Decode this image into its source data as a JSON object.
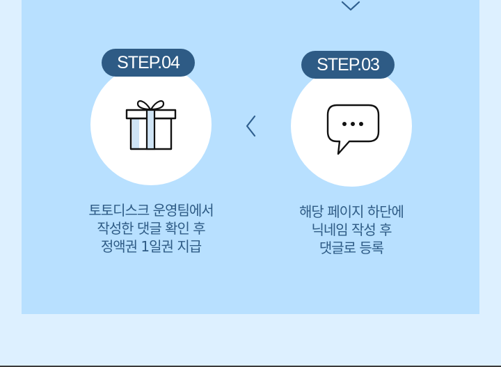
{
  "steps": [
    {
      "label": "STEP.04",
      "icon": "gift-icon",
      "lines": [
        "토토디스크 운영팀에서",
        "작성한 댓글 확인 후",
        "정액권 1일권 지급"
      ]
    },
    {
      "label": "STEP.03",
      "icon": "speech-bubble-icon",
      "lines": [
        "해당 페이지 하단에",
        "닉네임 작성 후",
        "댓글로 등록"
      ]
    }
  ],
  "colors": {
    "page_background": "#ddf0ff",
    "panel_background": "#b8e0ff",
    "accent": "#2e5b85"
  }
}
